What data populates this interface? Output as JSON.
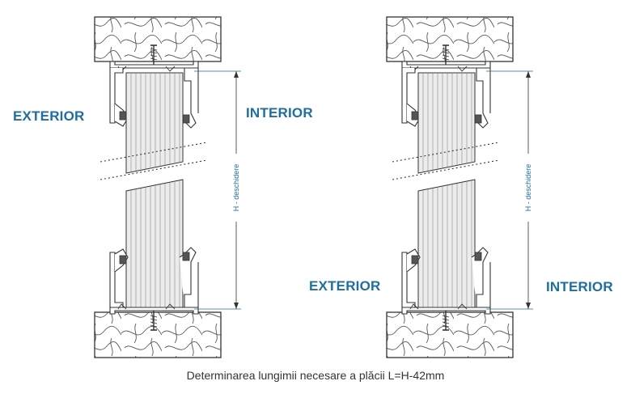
{
  "colors": {
    "accent": "#1f6e9e",
    "line": "#333333",
    "wall_fill": "#f4f4f4",
    "glazing_fill": "#ececec"
  },
  "left_detail": {
    "exterior_label": "EXTERIOR",
    "interior_label": "INTERIOR",
    "dimension_label": "H - deschidere"
  },
  "right_detail": {
    "exterior_label": "EXTERIOR",
    "interior_label": "INTERIOR",
    "dimension_label": "H - deschidere"
  },
  "caption": "Determinarea lungimii necesare a plăcii L=H-42mm"
}
